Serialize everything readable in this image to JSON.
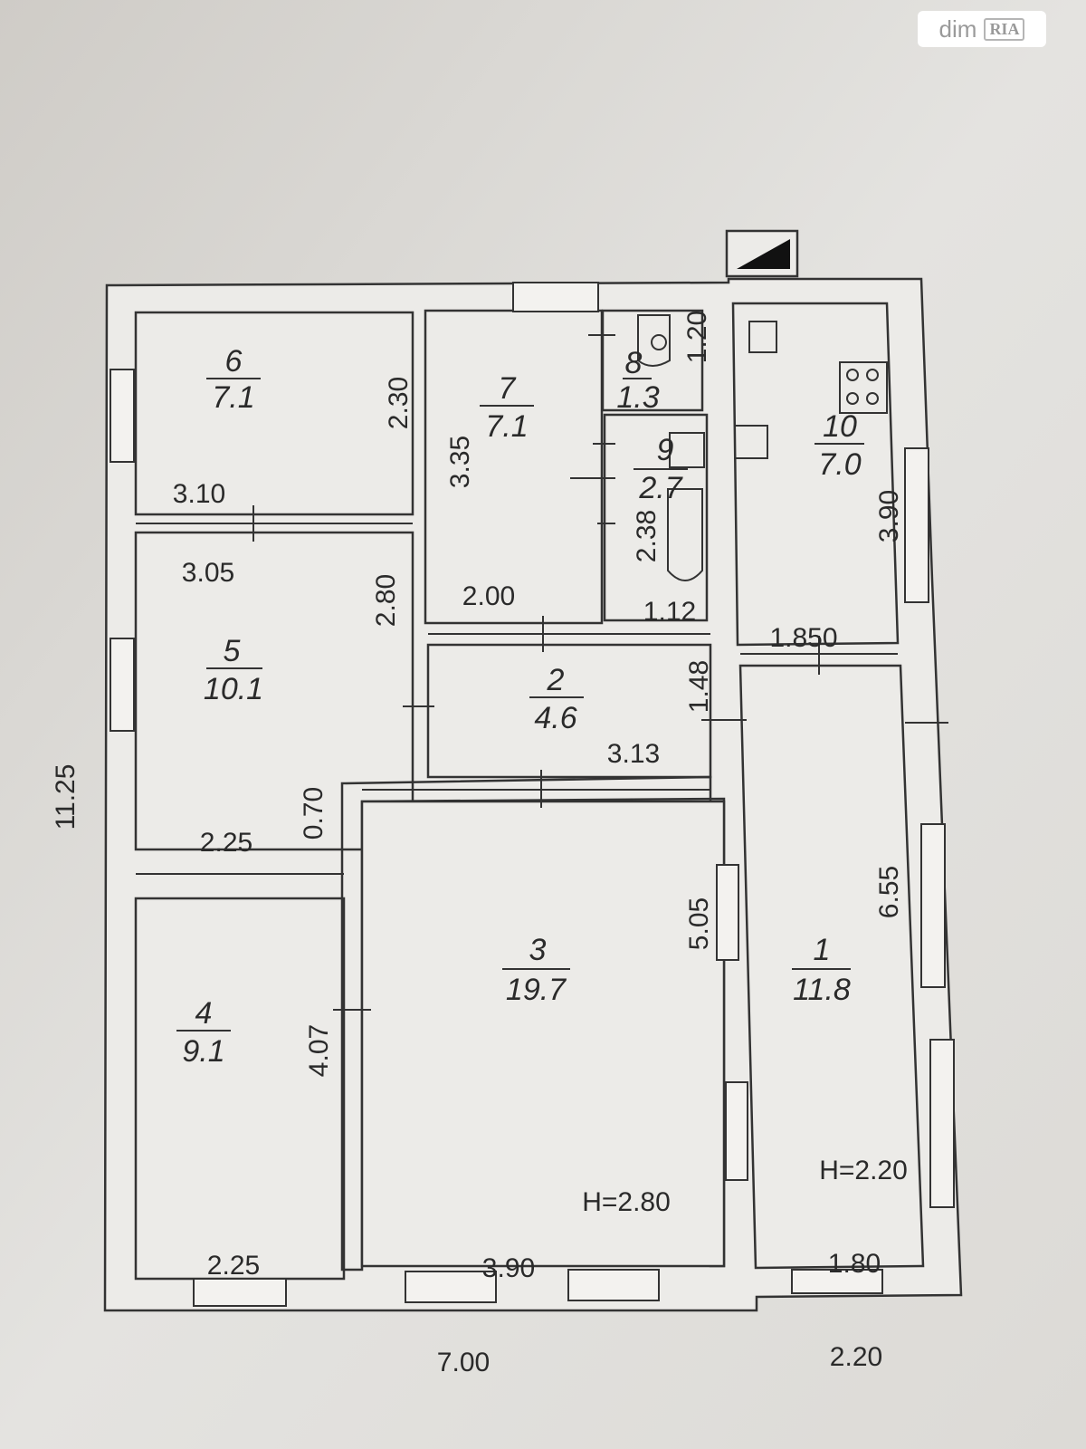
{
  "watermark": {
    "brand": "dim",
    "badge": "RIA"
  },
  "plan": {
    "overall": {
      "height_dim": "11.25",
      "width_main": "7.00",
      "width_wing": "2.20"
    },
    "rooms": [
      {
        "no": "1",
        "area": "11.8"
      },
      {
        "no": "2",
        "area": "4.6"
      },
      {
        "no": "3",
        "area": "19.7"
      },
      {
        "no": "4",
        "area": "9.1"
      },
      {
        "no": "5",
        "area": "10.1"
      },
      {
        "no": "6",
        "area": "7.1"
      },
      {
        "no": "7",
        "area": "7.1"
      },
      {
        "no": "8",
        "area": "1.3"
      },
      {
        "no": "9",
        "area": "2.7"
      },
      {
        "no": "10",
        "area": "7.0"
      }
    ],
    "dims": {
      "r6_w": "3.10",
      "r6_h": "2.30",
      "r5_w": "3.05",
      "r5_h": "2.80",
      "r5_w2": "2.25",
      "r5_step": "0.70",
      "r4_w": "2.25",
      "r4_h": "4.07",
      "r7_h": "3.35",
      "r7_w": "2.00",
      "r8_h": "1.20",
      "r9_h": "2.38",
      "r9_w": "1.12",
      "r2_w": "3.13",
      "r2_h": "1.48",
      "r3_h": "5.05",
      "r3_w": "3.90",
      "r10_h": "3.90",
      "r10_w": "1.850",
      "r1_h": "6.55",
      "r1_w": "1.80"
    },
    "heights": {
      "main": "H=2.80",
      "wing": "H=2.20"
    }
  }
}
